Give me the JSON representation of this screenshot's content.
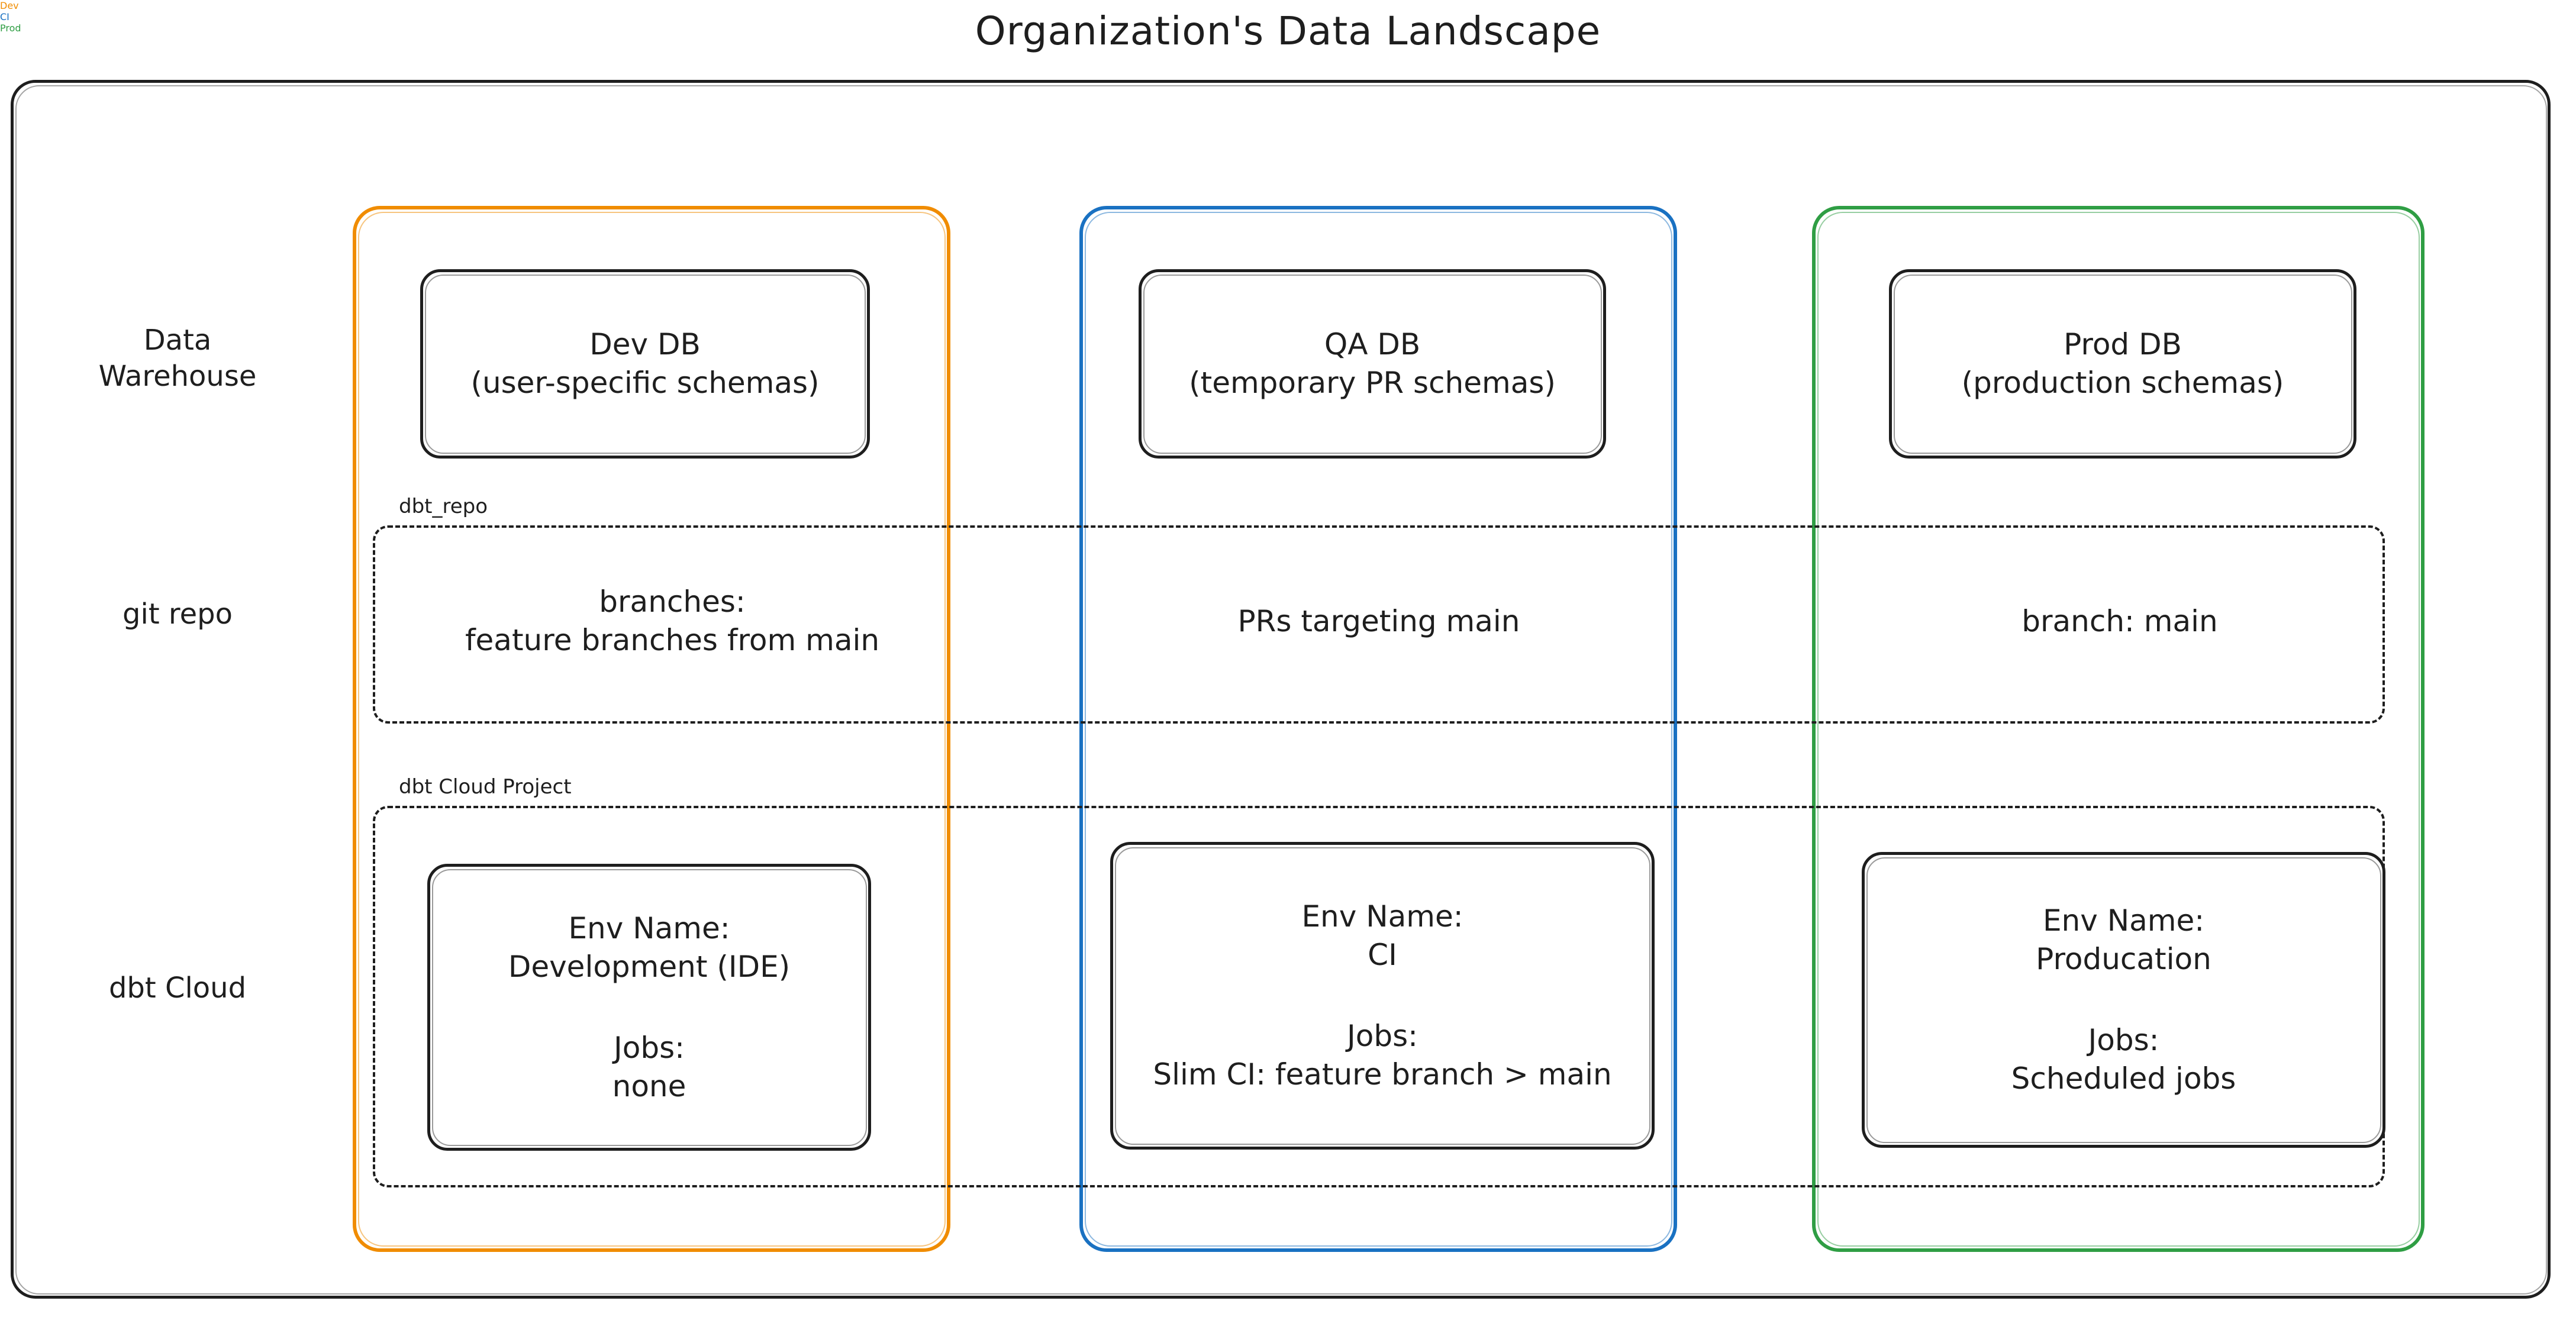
{
  "title": "Organization's Data Landscape",
  "colors": {
    "dev": "#f08c00",
    "ci": "#1971c2",
    "prod": "#2f9e44",
    "stroke": "#1e1e1e",
    "background": "#ffffff"
  },
  "columns": [
    {
      "key": "dev",
      "label": "Dev",
      "color": "#f08c00"
    },
    {
      "key": "ci",
      "label": "CI",
      "color": "#1971c2"
    },
    {
      "key": "prod",
      "label": "Prod",
      "color": "#2f9e44"
    }
  ],
  "rows": [
    {
      "key": "warehouse",
      "label_line1": "Data",
      "label_line2": "Warehouse"
    },
    {
      "key": "git",
      "label_line1": "git repo",
      "label_line2": ""
    },
    {
      "key": "cloud",
      "label_line1": "dbt Cloud",
      "label_line2": ""
    }
  ],
  "groups": {
    "git_repo": {
      "label": "dbt_repo"
    },
    "dbt_cloud": {
      "label": "dbt Cloud Project"
    }
  },
  "warehouse": {
    "dev": {
      "line1": "Dev DB",
      "line2": "(user-specific schemas)"
    },
    "ci": {
      "line1": "QA DB",
      "line2": "(temporary PR schemas)"
    },
    "prod": {
      "line1": "Prod DB",
      "line2": "(production schemas)"
    }
  },
  "git_repo": {
    "dev": {
      "line1": "branches:",
      "line2": "feature branches from main"
    },
    "ci": {
      "line1": "PRs targeting main",
      "line2": ""
    },
    "prod": {
      "line1": "branch: main",
      "line2": ""
    }
  },
  "dbt_cloud": {
    "dev": {
      "env_label": "Env Name:",
      "env_value": "Development (IDE)",
      "jobs_label": "Jobs:",
      "jobs_value": "none"
    },
    "ci": {
      "env_label": "Env Name:",
      "env_value": "CI",
      "jobs_label": "Jobs:",
      "jobs_value": "Slim CI: feature branch > main"
    },
    "prod": {
      "env_label": "Env Name:",
      "env_value": "Producation",
      "jobs_label": "Jobs:",
      "jobs_value": "Scheduled jobs"
    }
  }
}
